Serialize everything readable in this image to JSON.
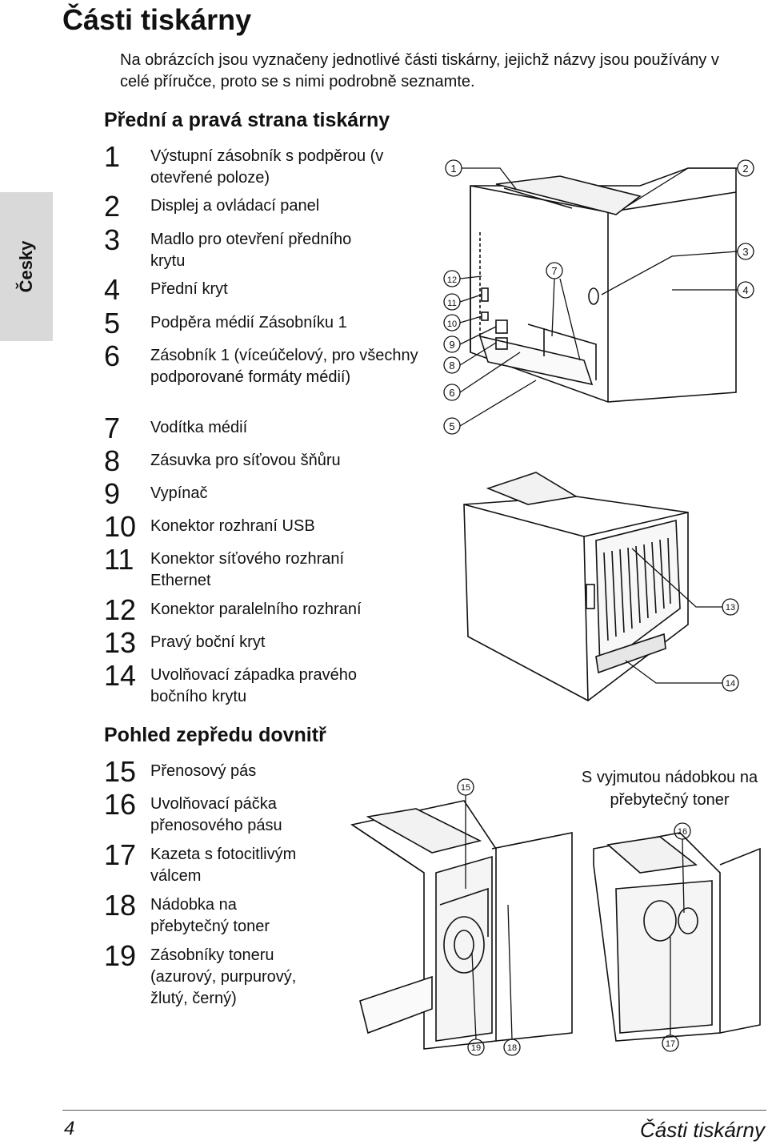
{
  "page": {
    "title": "Části tiskárny",
    "intro": "Na obrázcích jsou vyznačeny jednotlivé části tiskárny, jejichž názvy jsou používány v celé příručce, proto se s nimi podrobně seznamte.",
    "side_tab": "Česky"
  },
  "sections": [
    {
      "heading": "Přední a pravá strana tiskárny",
      "items": [
        {
          "num": "1",
          "text": "Výstupní zásobník s podpěrou (v otevřené poloze)"
        },
        {
          "num": "2",
          "text": "Displej a ovládací panel"
        },
        {
          "num": "3",
          "text": "Madlo pro otevření předního krytu"
        },
        {
          "num": "4",
          "text": "Přední kryt"
        },
        {
          "num": "5",
          "text": "Podpěra médií Zásobníku 1"
        },
        {
          "num": "6",
          "text": "Zásobník 1 (víceúčelový, pro všechny podporované formáty médií)"
        },
        {
          "num": "7",
          "text": "Vodítka médií"
        },
        {
          "num": "8",
          "text": "Zásuvka pro síťovou šňůru"
        },
        {
          "num": "9",
          "text": "Vypínač"
        },
        {
          "num": "10",
          "text": "Konektor rozhraní USB"
        },
        {
          "num": "11",
          "text": "Konektor síťového rozhraní Ethernet"
        },
        {
          "num": "12",
          "text": "Konektor paralelního rozhraní"
        },
        {
          "num": "13",
          "text": "Pravý boční kryt"
        },
        {
          "num": "14",
          "text": "Uvolňovací západka pravého bočního krytu"
        }
      ]
    },
    {
      "heading": "Pohled zepředu dovnitř",
      "items": [
        {
          "num": "15",
          "text": "Přenosový pás"
        },
        {
          "num": "16",
          "text": "Uvolňovací páčka přenosového pásu"
        },
        {
          "num": "17",
          "text": "Kazeta s fotocitlivým válcem"
        },
        {
          "num": "18",
          "text": "Nádobka na přebytečný toner"
        },
        {
          "num": "19",
          "text": "Zásobníky toneru (azurový, purpurový, žlutý, černý)"
        }
      ]
    }
  ],
  "figures": {
    "caption": "S vyjmutou nádobkou na přebytečný toner",
    "callouts_fig1": [
      "1",
      "2",
      "3",
      "4",
      "7",
      "12",
      "11",
      "10",
      "9",
      "8",
      "6",
      "5"
    ],
    "callouts_fig2": [
      "13",
      "14"
    ],
    "callouts_fig3": [
      "15",
      "19",
      "18"
    ],
    "callouts_fig4": [
      "16",
      "17"
    ]
  },
  "footer": {
    "page_number": "4",
    "title": "Části tiskárny"
  }
}
